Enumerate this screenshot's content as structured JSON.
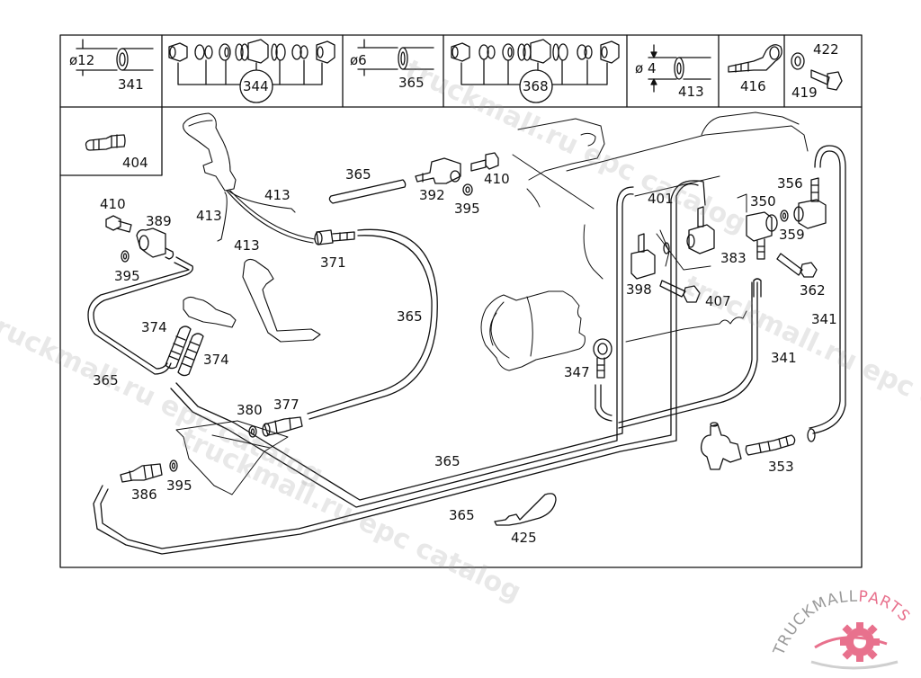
{
  "diagram": {
    "legend_cells": [
      {
        "id": "cell-341",
        "diameter_label": "ø12",
        "part": "341"
      },
      {
        "id": "cell-344",
        "part": "344"
      },
      {
        "id": "cell-365",
        "diameter_label": "ø6",
        "part": "365"
      },
      {
        "id": "cell-368",
        "part": "368"
      },
      {
        "id": "cell-413",
        "diameter_label": "ø 4",
        "part": "413"
      },
      {
        "id": "cell-416",
        "part": "416"
      },
      {
        "id": "cell-419-422",
        "parts": [
          "422",
          "419"
        ]
      }
    ],
    "inset": {
      "part": "404"
    },
    "callouts": {
      "c365a": "365",
      "c392": "392",
      "c410a": "410",
      "c395a": "395",
      "c413a": "413",
      "c413b": "413",
      "c413c": "413",
      "c371": "371",
      "c410b": "410",
      "c389": "389",
      "c395b": "395",
      "c374a": "374",
      "c374b": "374",
      "c365b": "365",
      "c365c": "365",
      "c380": "380",
      "c377": "377",
      "c386": "386",
      "c395c": "395",
      "c365d": "365",
      "c365e": "365",
      "c425": "425",
      "c401": "401",
      "c350": "350",
      "c356": "356",
      "c359": "359",
      "c383": "383",
      "c398": "398",
      "c407": "407",
      "c362": "362",
      "c341a": "341",
      "c341b": "341",
      "c347": "347",
      "c353": "353"
    }
  },
  "watermarks": [
    "truckmall.ru epc catalog",
    "truckmall.ru epc catalog",
    "truckmall.ru epc catalog",
    "truckmall.ru epc catalog"
  ],
  "logo": {
    "text_left": "TRUCKMALL",
    "text_right": "PARTS",
    "accent_color": "#e8718d",
    "grey_color": "#9a9a9a"
  }
}
